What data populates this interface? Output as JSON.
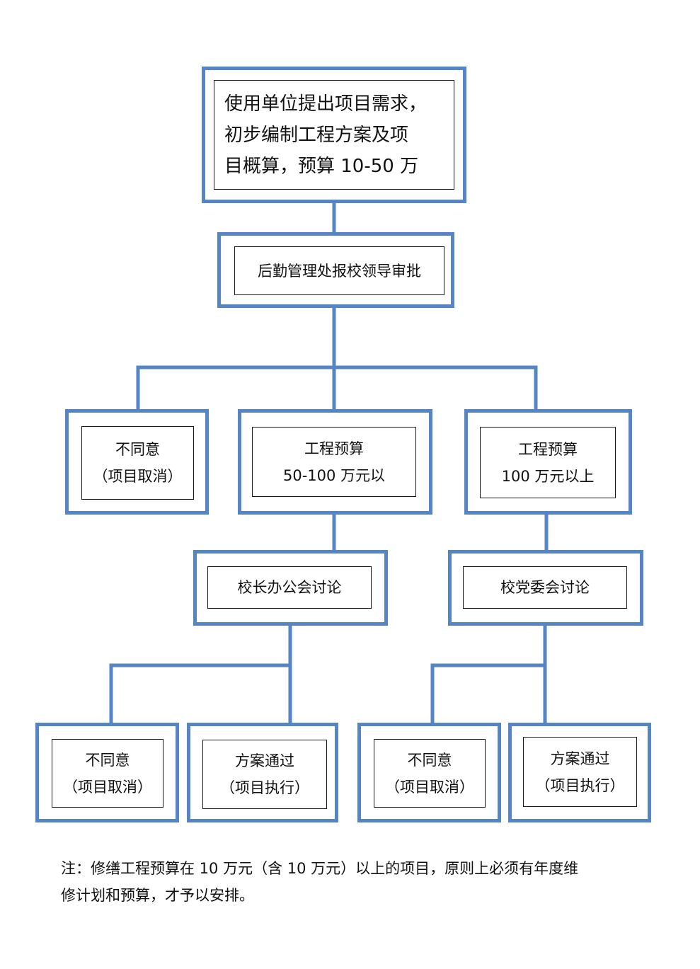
{
  "colors": {
    "connector": "#5585c5",
    "outer_border": "#5585c5",
    "inner_border": "#1a1a1a"
  },
  "nodes": {
    "start": {
      "lines": [
        "使用单位提出项目需求，",
        "初步编制工程方案及项",
        "目概算，预算 10-50 万"
      ]
    },
    "logistics_review": {
      "lines": [
        "后勤管理处报校领导审批"
      ]
    },
    "disagree_1": {
      "lines": [
        "不同意",
        "（项目取消）"
      ]
    },
    "budget_50_100": {
      "lines": [
        "工程预算",
        "50-100 万元以"
      ]
    },
    "budget_100_plus": {
      "lines": [
        "工程预算",
        "100 万元以上"
      ]
    },
    "president_office": {
      "lines": [
        "校长办公会讨论"
      ]
    },
    "party_committee": {
      "lines": [
        "校党委会讨论"
      ]
    },
    "disagree_2": {
      "lines": [
        "不同意",
        "（项目取消）"
      ]
    },
    "approved_1": {
      "lines": [
        "方案通过",
        "（项目执行）"
      ]
    },
    "disagree_3": {
      "lines": [
        "不同意",
        "（项目取消）"
      ]
    },
    "approved_2": {
      "lines": [
        "方案通过",
        "（项目执行）"
      ]
    }
  },
  "note": {
    "lines": [
      "注：修缮工程预算在 10 万元（含 10 万元）以上的项目，原则上必须有年度维",
      "修计划和预算，才予以安排。"
    ]
  }
}
